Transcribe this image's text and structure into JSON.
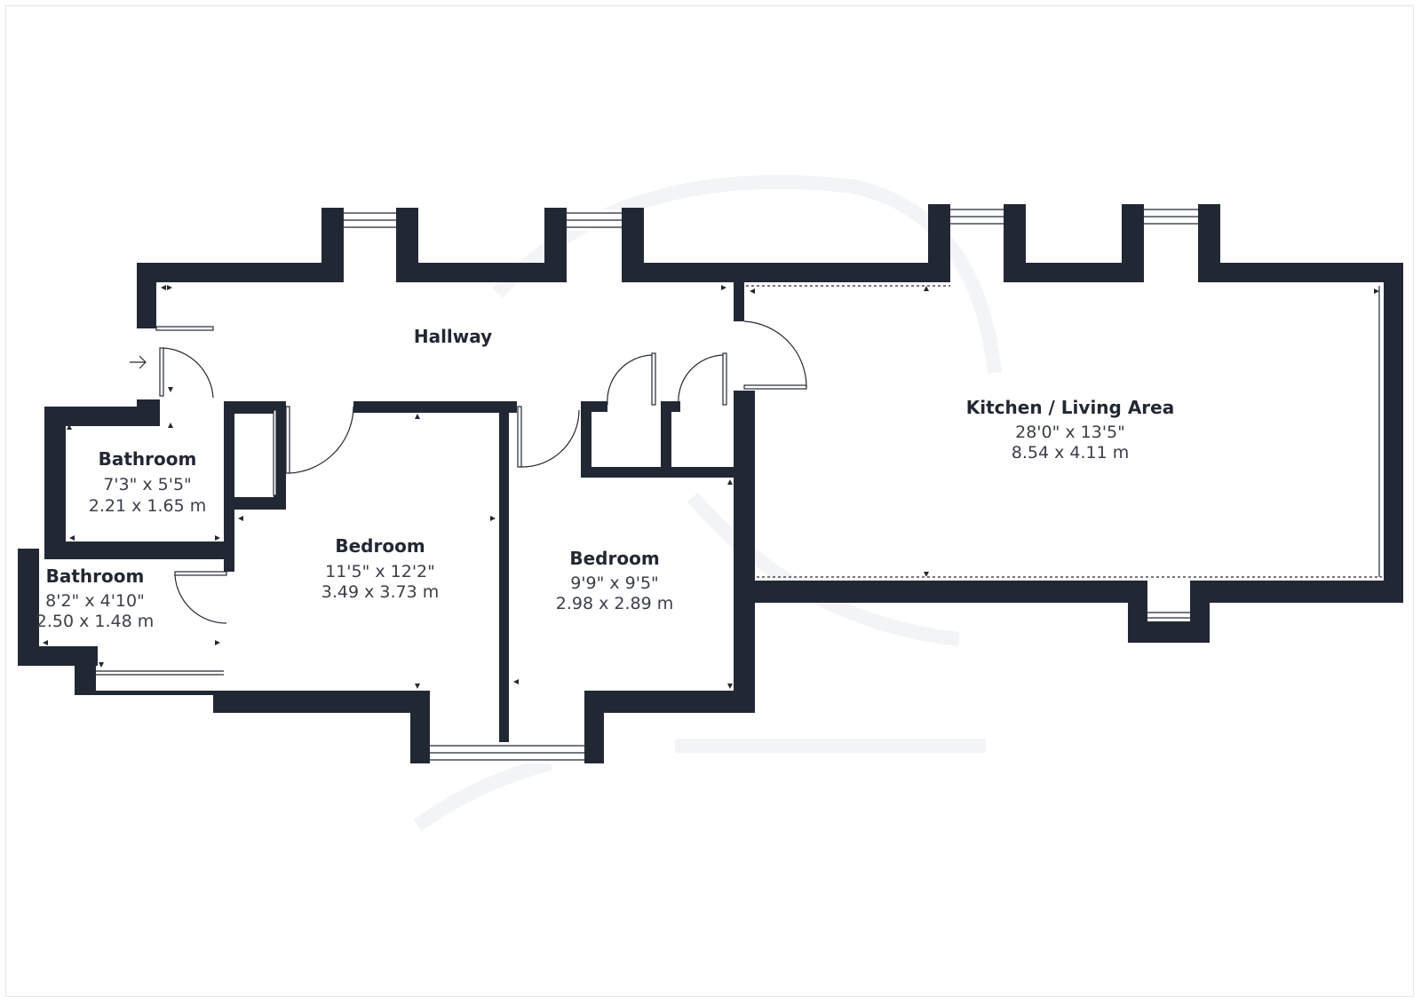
{
  "rooms": {
    "hallway": {
      "name": "Hallway"
    },
    "kitchen_living": {
      "name": "Kitchen / Living Area",
      "dim_imperial": "28'0\" x 13'5\"",
      "dim_metric": "8.54 x 4.11 m"
    },
    "bathroom_1": {
      "name": "Bathroom",
      "dim_imperial": "7'3\" x 5'5\"",
      "dim_metric": "2.21 x 1.65 m"
    },
    "bathroom_2": {
      "name": "Bathroom",
      "dim_imperial": "8'2\" x 4'10\"",
      "dim_metric": "2.50 x 1.48 m"
    },
    "bedroom_1": {
      "name": "Bedroom",
      "dim_imperial": "11'5\" x 12'2\"",
      "dim_metric": "3.49 x 3.73 m"
    },
    "bedroom_2": {
      "name": "Bedroom",
      "dim_imperial": "9'9\" x 9'5\"",
      "dim_metric": "2.98 x 2.89 m"
    }
  },
  "colors": {
    "wall": "#222833",
    "background": "#ffffff",
    "text": "#222833"
  },
  "icons": {
    "entrance": "entrance-arrow-icon"
  }
}
